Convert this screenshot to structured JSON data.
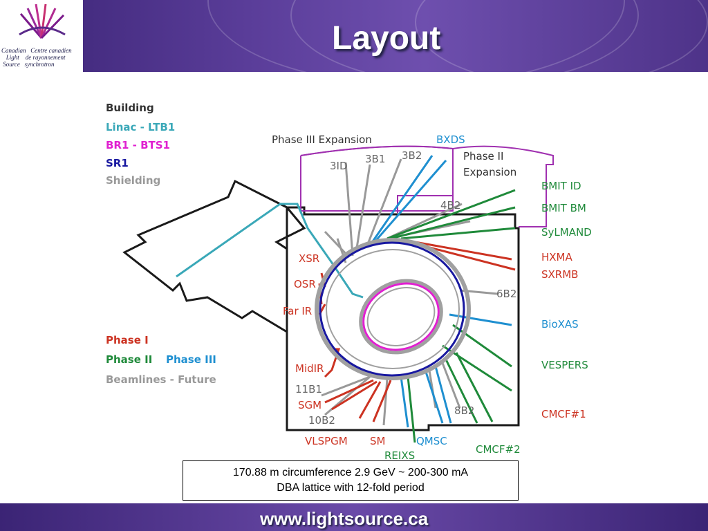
{
  "header": {
    "title": "Layout",
    "logo_text": "Canadian   Centre canadien\n   Light    de rayonnement\n Source   synchrotron"
  },
  "footer": {
    "url": "www.lightsource.ca"
  },
  "info": {
    "line1": "170.88 m circumference   2.9 GeV      ~ 200-300 mA",
    "line2": "DBA lattice with 12-fold period"
  },
  "colors": {
    "black": "#1a1a1a",
    "linac": "#3aa8b8",
    "br1": "#e020d0",
    "sr1": "#1818a0",
    "shield": "#a0a0a0",
    "phase1": "#cc3322",
    "phase2": "#1f8a3a",
    "phase3": "#1e8fd0",
    "future": "#999999",
    "purple": "#a030b0"
  },
  "legend": {
    "building": "Building",
    "linac": "Linac - LTB1",
    "br1": "BR1 - BTS1",
    "sr1": "SR1",
    "shielding": "Shielding",
    "phase1": "Phase I",
    "phase2": "Phase II",
    "phase3": "Phase III",
    "future": "Beamlines - Future"
  },
  "diagram": {
    "phase3_expansion": "Phase III Expansion",
    "phase2_expansion_1": "Phase II",
    "phase2_expansion_2": "Expansion",
    "beamlines": {
      "bxds": "BXDS",
      "b3id": "3ID",
      "b3b1": "3B1",
      "b3b2": "3B2",
      "b4b2": "4B2",
      "bmit_id": "BMIT ID",
      "bmit_bm": "BMIT BM",
      "sylmand": "SyLMAND",
      "hxma": "HXMA",
      "sxrmb": "SXRMB",
      "b6b2": "6B2",
      "bioxas": "BioXAS",
      "vespers": "VESPERS",
      "cmcf1": "CMCF#1",
      "cmcf2": "CMCF#2",
      "b8b2": "8B2",
      "qmsc": "QMSC",
      "reixs": "REIXS",
      "sm": "SM",
      "vlspgm": "VLSPGM",
      "b10b2": "10B2",
      "sgm": "SGM",
      "b11b1": "11B1",
      "midir": "MidIR",
      "farir": "Far IR",
      "osr": "OSR",
      "xsr": "XSR"
    }
  }
}
